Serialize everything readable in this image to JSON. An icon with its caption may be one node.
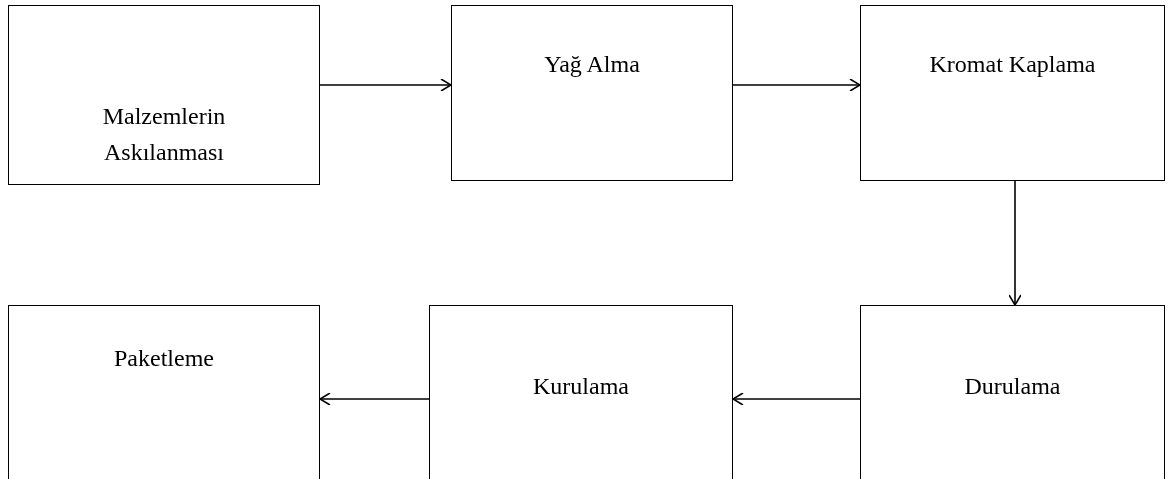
{
  "diagram": {
    "nodes": [
      {
        "text": [
          "Malzemlerin Askılanması"
        ]
      },
      {
        "text": [
          "Yağ Alma"
        ]
      },
      {
        "text": [
          "Kromat Kaplama"
        ]
      },
      {
        "text": [
          "Durulama"
        ]
      },
      {
        "text": [
          "Kurulama"
        ]
      },
      {
        "text": [
          "Paketleme"
        ]
      }
    ],
    "edges": [
      {
        "from": 0,
        "to": 1,
        "arrow": "to"
      },
      {
        "from": 1,
        "to": 2,
        "arrow": "to"
      },
      {
        "from": 2,
        "to": 3,
        "arrow": "to"
      },
      {
        "from": 3,
        "to": 4,
        "arrow": "to"
      },
      {
        "from": 4,
        "to": 5,
        "arrow": "to"
      }
    ]
  }
}
